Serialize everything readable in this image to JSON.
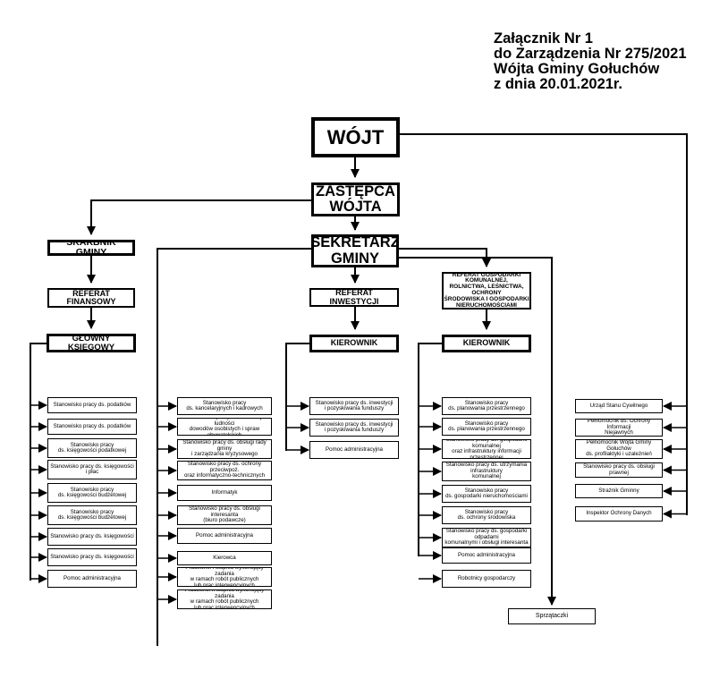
{
  "header": {
    "line1": "Załącznik Nr 1",
    "line2": "do Zarządzenia Nr 275/2021",
    "line3": "Wójta Gminy Gołuchów",
    "line4": "z dnia 20.01.2021r."
  },
  "nodes": {
    "wojt": "WÓJT",
    "zastepca": "ZASTĘPCA\nWÓJTA",
    "skarbnik": "SKARBNIK GMINY",
    "sekretarz": "SEKRETARZ\nGMINY",
    "referat_finansowy": "REFERAT FINANSOWY",
    "referat_inwestycji": "REFERAT INWESTYCJI",
    "referat_gospodarki": "REFERAT GOSPODARKI KOMUNALNEJ,\nROLNICTWA, LEŚNICTWA, OCHRONY\nŚRODOWISKA I GOSPODARKI\nNIERUCHOMOŚCIAMI",
    "glowny_ksiegowy": "GŁÓWNY KSIĘGOWY",
    "kierownik_inwestycji": "KIEROWNIK",
    "kierownik_gospodarki": "KIEROWNIK",
    "sprzataczki": "Sprzątaczki"
  },
  "columns": {
    "finanse": [
      "Stanowisko pracy ds. podatków",
      "Stanowisko pracy ds. podatków",
      "Stanowisko pracy\nds. księgowości podatkowej",
      "Stanowisko pracy ds. księgowości i płac",
      "Stanowisko pracy\nds. księgowości budżetowej",
      "Stanowisko pracy\nds. księgowości budżetowej",
      "Stanowisko pracy ds. księgowości",
      "Stanowisko pracy ds. księgowości",
      "Pomoc administracyjna"
    ],
    "sekretarz": [
      "Stanowisko pracy\nds. kancelaryjnych i kadrowych",
      "Stanowisko pracy ds. ewidencji ludności\ndowodów osobistych i spraw obywatelskich",
      "Stanowisko pracy ds. obsługi rady gminy\ni zarządzania kryzysowego",
      "Stanowisko pracy ds. ochrony przeciwpoż.\noraz informatyczno-technicznych",
      "Informatyk",
      "Stanowisko pracy ds. obsługi interesanta\n(biuro podawcze)",
      "Pomoc administracyjna",
      "Kierowca",
      "Pracownik I stopnia wykonujący zadania\nw ramach robót publicznych\nlub prac interwencyjnych",
      "Pracownik II stopnia wykonujący zadania\nw ramach robót publicznych\nlub prac interwencyjnych"
    ],
    "inwestycje": [
      "Stanowisko pracy ds. inwestycji\ni pozyskiwania funduszy",
      "Stanowisko pracy ds. inwestycji\ni pozyskiwania funduszy",
      "Pomoc administracyjna"
    ],
    "gospodarka": [
      "Stanowisko pracy\nds. planowania przestrzennego",
      "Stanowisko pracy\nds. planowania przestrzennego",
      "Stanowisko pracy ds. gospodarki komunalnej\noraz infrastruktury informacji przestrzennej",
      "Stanowisko pracy ds. utrzymania infrastruktury\nkomunalnej",
      "Stanowisko pracy\nds. gospodarki nieruchomościami",
      "Stanowisko pracy\nds. ochrony środowiska",
      "Stanowisko pracy ds. gospodarki odpadami\nkomunalnymi i obsługi interesanta",
      "Pomoc administracyjna",
      "Robotnicy gospodarczy"
    ],
    "wojt_direct": [
      "Urząd Stanu Cywilnego",
      "Pełnomocnik ds. Ochrony Informacji\nNiejawnych",
      "Pełnomocnik Wójta Gminy Gołuchów\nds. profilaktyki i uzależnień",
      "Stanowisko pracy ds. obsługi prawnej",
      "Strażnik Gminny",
      "Inspektor Ochrony Danych"
    ]
  }
}
